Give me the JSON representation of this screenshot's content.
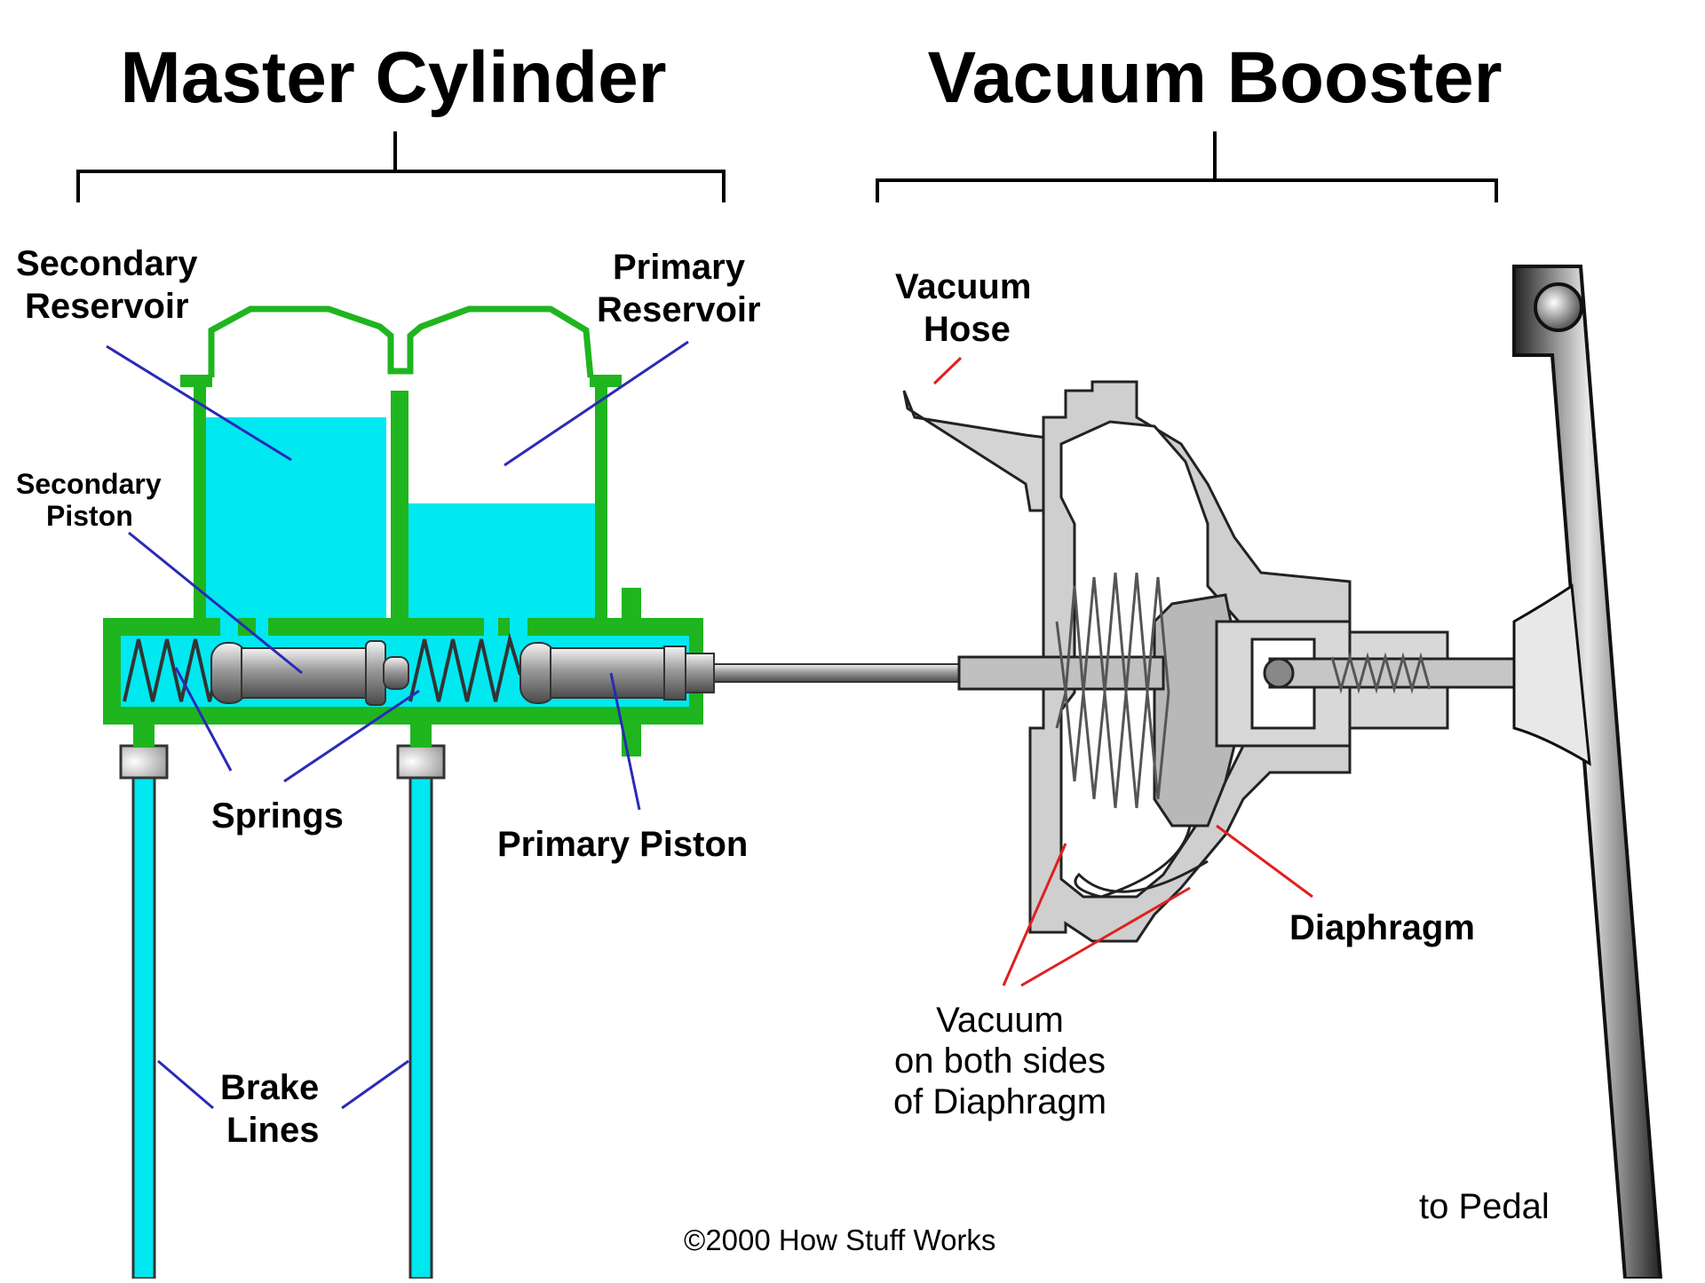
{
  "sections": {
    "master_cylinder": "Master Cylinder",
    "vacuum_booster": "Vacuum Booster"
  },
  "labels": {
    "secondary_reservoir": [
      "Secondary",
      "Reservoir"
    ],
    "primary_reservoir": [
      "Primary",
      "Reservoir"
    ],
    "secondary_piston": [
      "Secondary",
      "Piston"
    ],
    "springs": "Springs",
    "primary_piston": "Primary Piston",
    "brake_lines": [
      "Brake",
      "Lines"
    ],
    "vacuum_hose": [
      "Vacuum",
      "Hose"
    ],
    "diaphragm": "Diaphragm",
    "vacuum_note": [
      "Vacuum",
      "on both sides",
      "of Diaphragm"
    ],
    "to_pedal": "to Pedal"
  },
  "copyright": "©2000 How Stuff Works",
  "colors": {
    "cylinder_green": "#1fb51f",
    "fluid_cyan": "#00e8f0",
    "leader_blue": "#2a2ab8",
    "leader_red": "#e02020",
    "booster_gray": "#c8c8c8"
  }
}
